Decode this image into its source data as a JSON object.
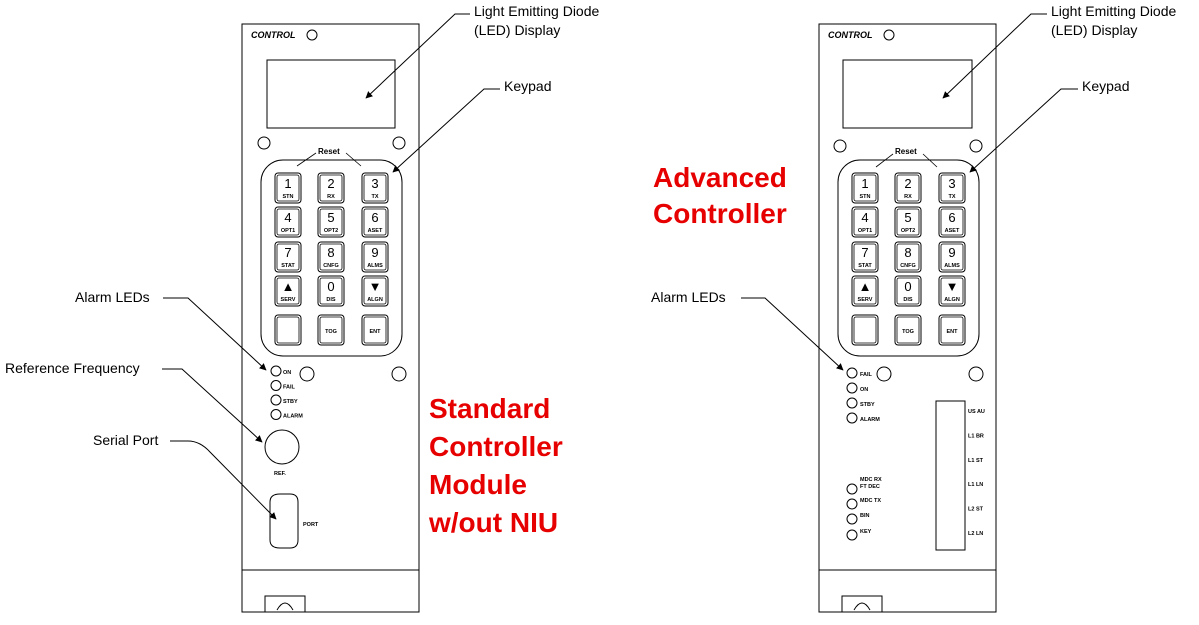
{
  "left_module": {
    "panel_label": "CONTROL",
    "reset_label": "Reset",
    "keys": [
      {
        "main": "1",
        "sub": "STN"
      },
      {
        "main": "2",
        "sub": "RX"
      },
      {
        "main": "3",
        "sub": "TX"
      },
      {
        "main": "4",
        "sub": "OPT1"
      },
      {
        "main": "5",
        "sub": "OPT2"
      },
      {
        "main": "6",
        "sub": "ASET"
      },
      {
        "main": "7",
        "sub": "STAT"
      },
      {
        "main": "8",
        "sub": "CNFG"
      },
      {
        "main": "9",
        "sub": "ALMS"
      },
      {
        "main": "▲",
        "sub": "SERV"
      },
      {
        "main": "0",
        "sub": "DIS"
      },
      {
        "main": "▼",
        "sub": "ALGN"
      },
      {
        "main": "",
        "sub": ""
      },
      {
        "main": "",
        "sub": "TOG"
      },
      {
        "main": "",
        "sub": "ENT"
      }
    ],
    "alarm_leds": [
      "ON",
      "FAIL",
      "STBY",
      "ALARM"
    ],
    "ref_label": "REF.",
    "port_label": "PORT"
  },
  "right_module": {
    "panel_label": "CONTROL",
    "reset_label": "Reset",
    "alarm_leds": [
      "FAIL",
      "ON",
      "STBY",
      "ALARM"
    ],
    "lower_leds": [
      "MDC RX",
      "FT DEC",
      "MDC TX",
      "BIN",
      "KEY"
    ],
    "status_labels": [
      "US AU",
      "L1 BR",
      "L1 ST",
      "L1 LN",
      "L2 ST",
      "L2 LN"
    ]
  },
  "callouts": {
    "led_display_line1": "Light Emitting Diode",
    "led_display_line2": "(LED) Display",
    "keypad": "Keypad",
    "alarm_leds": "Alarm LEDs",
    "reference_frequency": "Reference Frequency",
    "serial_port": "Serial Port"
  },
  "titles": {
    "standard": [
      "Standard",
      "Controller",
      "Module",
      "w/out NIU"
    ],
    "advanced": [
      "Advanced",
      "Controller"
    ]
  }
}
